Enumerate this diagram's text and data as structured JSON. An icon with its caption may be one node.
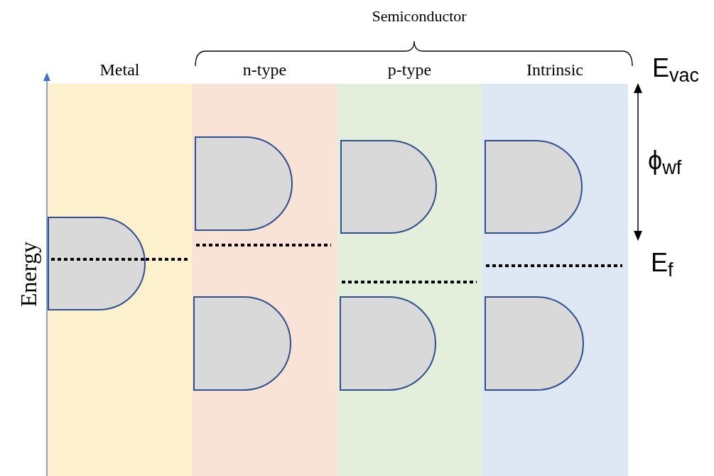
{
  "diagram": {
    "nodes": [
      {
        "text": [
          "Metal"
        ]
      },
      {
        "text": [],
        "shape": "box",
        "in": 0
      },
      {
        "text": [
          "n-type"
        ]
      },
      {
        "text": [],
        "shape": "box",
        "in": 2
      },
      {
        "text": [],
        "shape": "box",
        "in": 2
      },
      {
        "text": [
          "p-type"
        ]
      },
      {
        "text": [],
        "shape": "box",
        "in": 5
      },
      {
        "text": [],
        "shape": "box",
        "in": 5
      },
      {
        "text": [
          "Intrinsic"
        ]
      },
      {
        "text": [],
        "shape": "box",
        "in": 8
      },
      {
        "text": [],
        "shape": "box",
        "in": 8
      }
    ],
    "edges": [],
    "labels": [
      "Semiconductor",
      "Energy",
      "E$_{vac}$",
      "ϕ$_{wf}$",
      "E$_{f}$"
    ]
  }
}
